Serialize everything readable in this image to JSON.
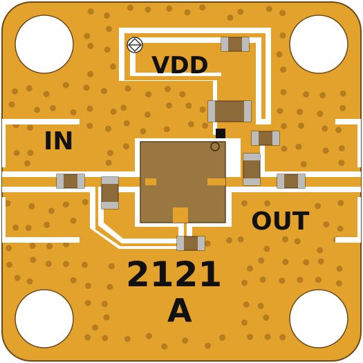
{
  "board": {
    "labels": {
      "vdd": "VDD",
      "input": "IN",
      "output": "OUT",
      "part_number": "2121",
      "revision": "A"
    }
  },
  "colors": {
    "gold": "#e3a22b",
    "gold_dark": "#b17a1d",
    "via": "#b57d1f",
    "substrate": "#ffffff",
    "edge": "#6a4a18",
    "component_body": "#8c6a3a",
    "component_pad": "#bcbcbc",
    "chip_body": "#9a7640",
    "silkscreen": "#111111"
  }
}
